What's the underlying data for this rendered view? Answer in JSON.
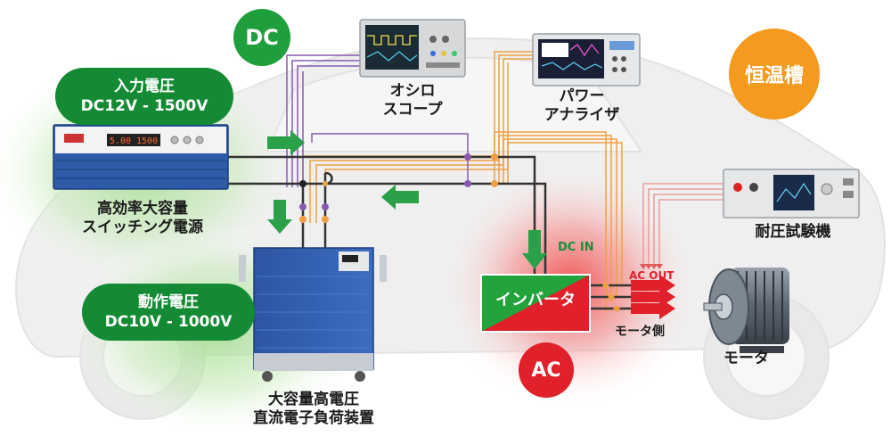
{
  "labels": {
    "dc_badge": "DC",
    "ac_badge": "AC",
    "chamber": "恒温槽",
    "input_voltage_title": "入力電圧",
    "input_voltage_range": "DC12V - 1500V",
    "operating_voltage_title": "動作電圧",
    "operating_voltage_range": "DC10V - 1000V",
    "switching_power_line1": "高効率大容量",
    "switching_power_line2": "スイッチング電源",
    "electronic_load_line1": "大容量高電圧",
    "electronic_load_line2": "直流電子負荷装置",
    "oscilloscope_line1": "オシロ",
    "oscilloscope_line2": "スコープ",
    "power_analyzer_line1": "パワー",
    "power_analyzer_line2": "アナライザ",
    "hipot_tester": "耐圧試験機",
    "inverter": "インバータ",
    "dc_in": "DC IN",
    "ac_out": "AC OUT",
    "motor_side": "モータ側",
    "motor": "モータ"
  },
  "devices": {
    "power_supply_display": "5.00 1500"
  },
  "colors": {
    "green": "#1e9e3c",
    "green_dark": "#0c6e26",
    "red": "#e0202a",
    "orange": "#f39a1f",
    "wire_dark": "#333333",
    "wire_purple": "#8a5ab0",
    "wire_orange": "#f0a040",
    "device_blue": "#2f5aa8"
  }
}
